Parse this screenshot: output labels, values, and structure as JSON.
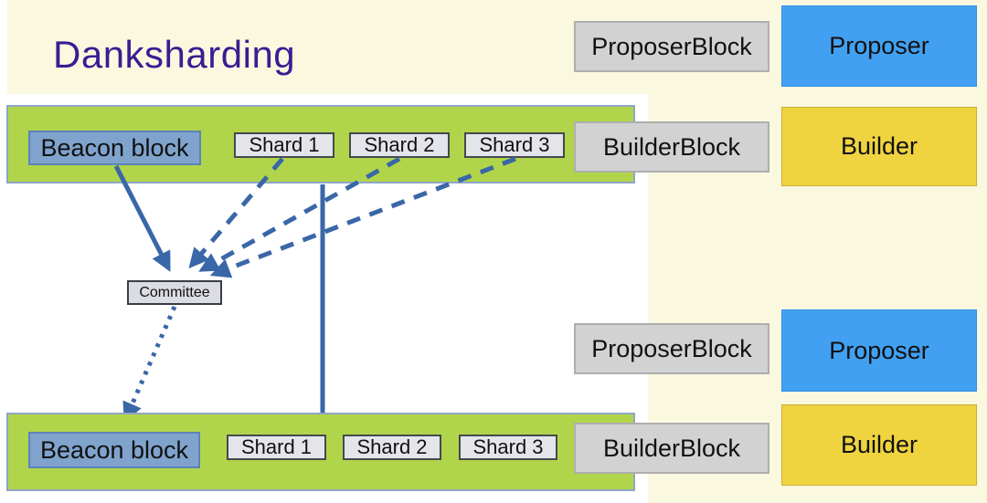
{
  "title": "Danksharding",
  "committee": {
    "label": "Committee"
  },
  "top_slot": {
    "beacon": "Beacon block",
    "shards": [
      "Shard 1",
      "Shard 2",
      "Shard 3"
    ],
    "proposer_block": "ProposerBlock",
    "proposer": "Proposer",
    "builder_block": "BuilderBlock",
    "builder": "Builder"
  },
  "bottom_slot": {
    "beacon": "Beacon block",
    "shards": [
      "Shard 1",
      "Shard 2",
      "Shard 3"
    ],
    "proposer_block": "ProposerBlock",
    "proposer": "Proposer",
    "builder_block": "BuilderBlock",
    "builder": "Builder"
  },
  "colors": {
    "background_cream": "#fbf8e0",
    "panel_white": "#ffffff",
    "chain_bar_green": "#b1d54a",
    "beacon_blue": "#7fa3cc",
    "shard_gray": "#e4e4eb",
    "committee_gray": "#dcdce4",
    "block_label_gray": "#d2d2d2",
    "proposer_blue": "#41a0f1",
    "builder_yellow": "#efd440",
    "arrow_blue": "#3a67a7",
    "title_purple": "#3a1d93"
  }
}
